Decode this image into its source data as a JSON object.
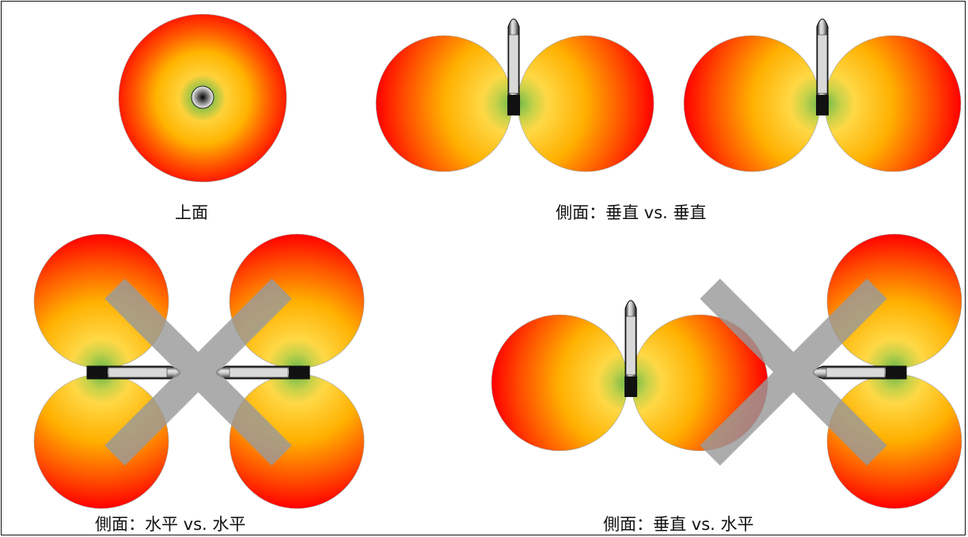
{
  "captions": {
    "top_view": "上面",
    "side_vertical_vertical": "側面：垂直 vs. 垂直",
    "side_horizontal_horizontal": "側面：水平 vs. 水平",
    "side_vertical_horizontal": "側面：垂直 vs. 水平"
  },
  "colors": {
    "pattern_center": "#5fb04a",
    "pattern_mid": "#ffc20e",
    "pattern_edge": "#ff0000",
    "cross_mark": "#9a9a9a"
  },
  "icons": [
    "antenna-icon",
    "cross-mark-icon",
    "radiation-pattern-icon"
  ]
}
